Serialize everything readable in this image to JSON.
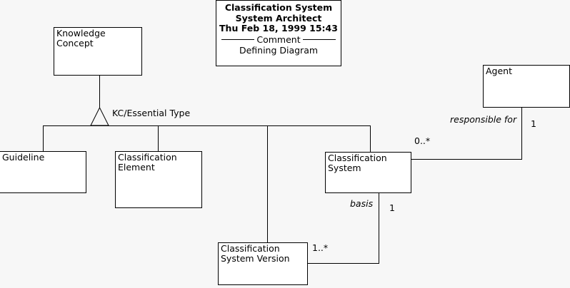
{
  "diagram": {
    "title_block": {
      "name": "Classification System",
      "author": "System Architect",
      "timestamp": "Thu Feb 18, 1999  15:43",
      "section_label": "Comment",
      "comment": "Defining Diagram"
    },
    "classes": [
      {
        "id": "knowledge-concept",
        "label": "Knowledge\nConcept"
      },
      {
        "id": "guideline",
        "label": "Guideline"
      },
      {
        "id": "classification-element",
        "label": "Classification\nElement"
      },
      {
        "id": "classification-system",
        "label": "Classification\nSystem"
      },
      {
        "id": "classification-system-version",
        "label": "Classification\nSystem Version"
      },
      {
        "id": "agent",
        "label": "Agent"
      }
    ],
    "relationships": {
      "generalization": {
        "label": "KC/Essential Type"
      },
      "responsible_for": {
        "role": "responsible for",
        "mult_agent": "1",
        "mult_system": "0..*"
      },
      "basis": {
        "role": "basis",
        "mult_system": "1",
        "mult_version": "1..*"
      }
    },
    "colors": {
      "background": "#f7f7f7",
      "box_fill": "#ffffff",
      "stroke": "#000000",
      "text": "#000000"
    }
  }
}
